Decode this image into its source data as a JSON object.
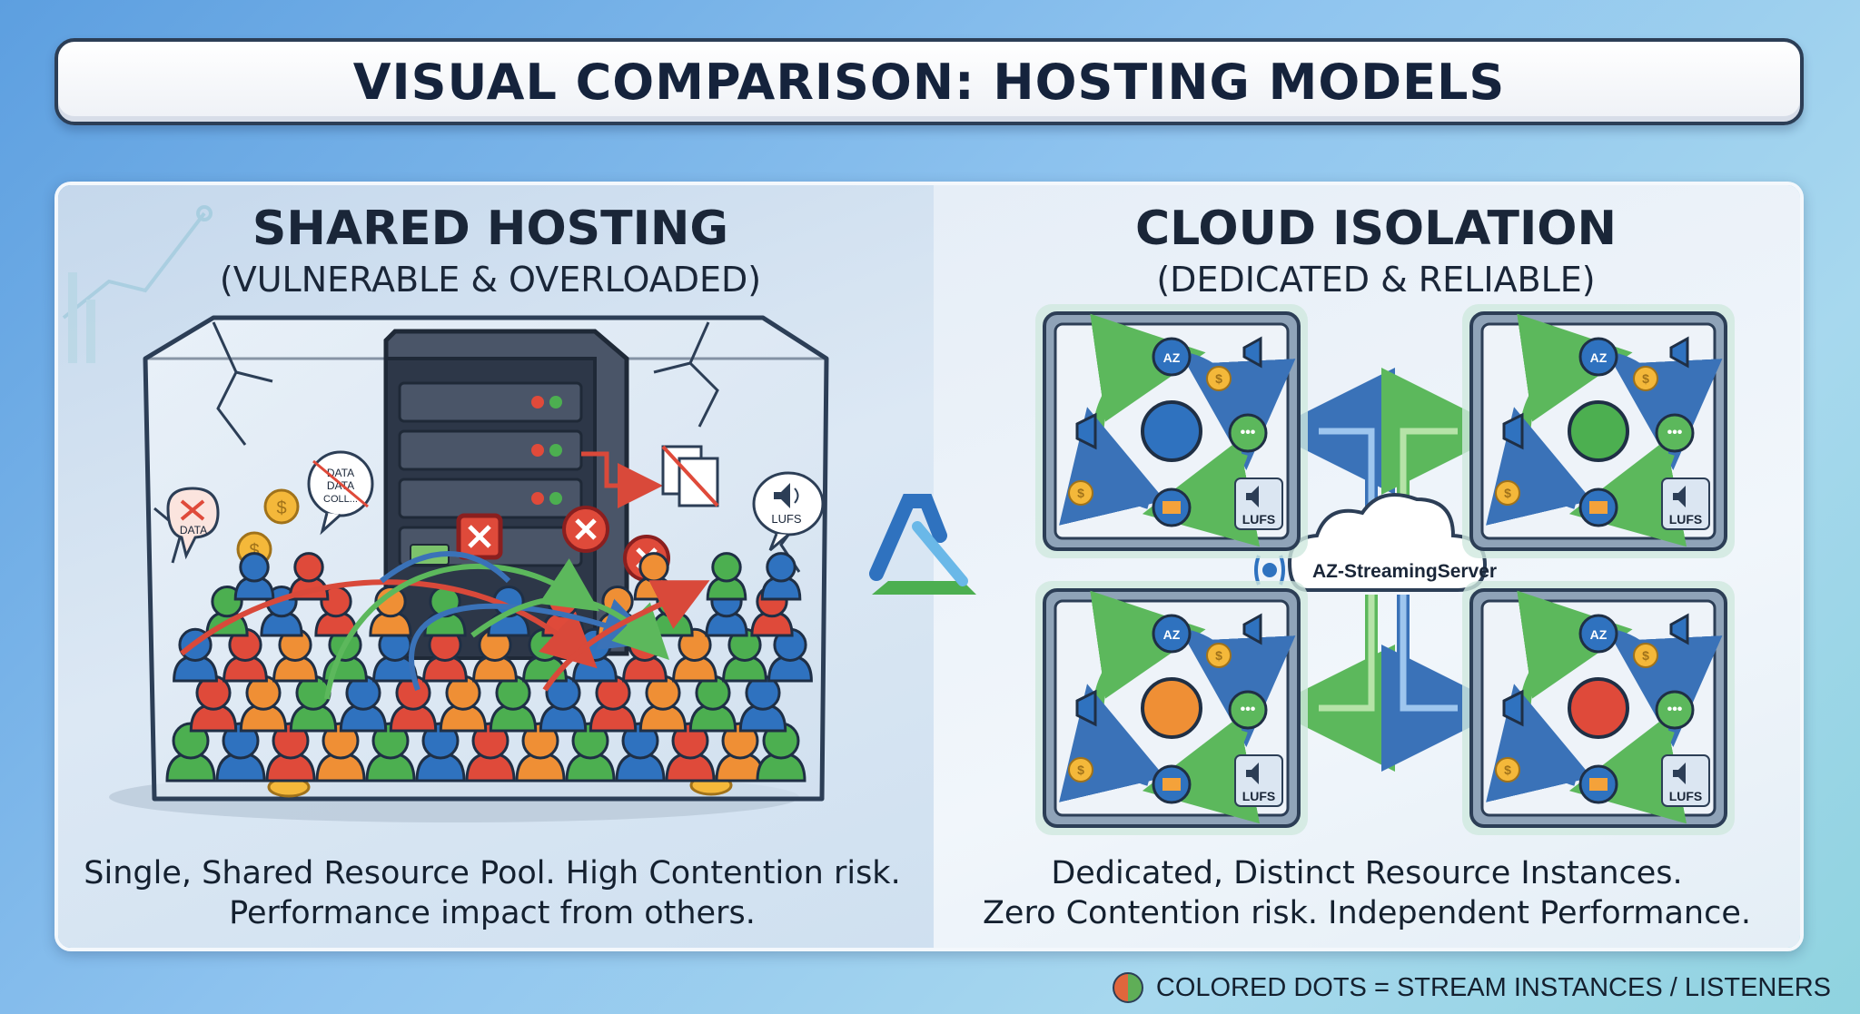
{
  "title": "VISUAL COMPARISON: HOSTING MODELS",
  "left": {
    "heading": "SHARED HOSTING",
    "subheading": "(VULNERABLE & OVERLOADED)",
    "caption_line1": "Single, Shared Resource Pool. High Contention risk.",
    "caption_line2": "Performance impact from others.",
    "bubble_data": "DATA",
    "bubble_collision_1": "DATA",
    "bubble_collision_2": "DATA",
    "bubble_collision_3": "COLL...",
    "bubble_lufs": "LUFS"
  },
  "right": {
    "heading": "CLOUD ISOLATION",
    "subheading": "(DEDICATED & RELIABLE)",
    "caption_line1": "Dedicated, Distinct Resource Instances.",
    "caption_line2": "Zero Contention risk. Independent Performance.",
    "cloud_label_part1": "AZ-Streaming",
    "cloud_label_part2": "Server",
    "instances": [
      {
        "center_color": "#2f72bf",
        "lufs": "LUFS",
        "logo": "AZ"
      },
      {
        "center_color": "#4caf50",
        "lufs": "LUFS",
        "logo": "AZ"
      },
      {
        "center_color": "#ef8f35",
        "lufs": "LUFS",
        "logo": "AZ"
      },
      {
        "center_color": "#df4a3a",
        "lufs": "LUFS",
        "logo": "AZ"
      }
    ]
  },
  "legend": "COLORED DOTS = STREAM INSTANCES / LISTENERS",
  "colors": {
    "blue": "#2f72bf",
    "green": "#4caf50",
    "orange": "#ef8f35",
    "red": "#df4a3a",
    "dark": "#2c3e56"
  }
}
